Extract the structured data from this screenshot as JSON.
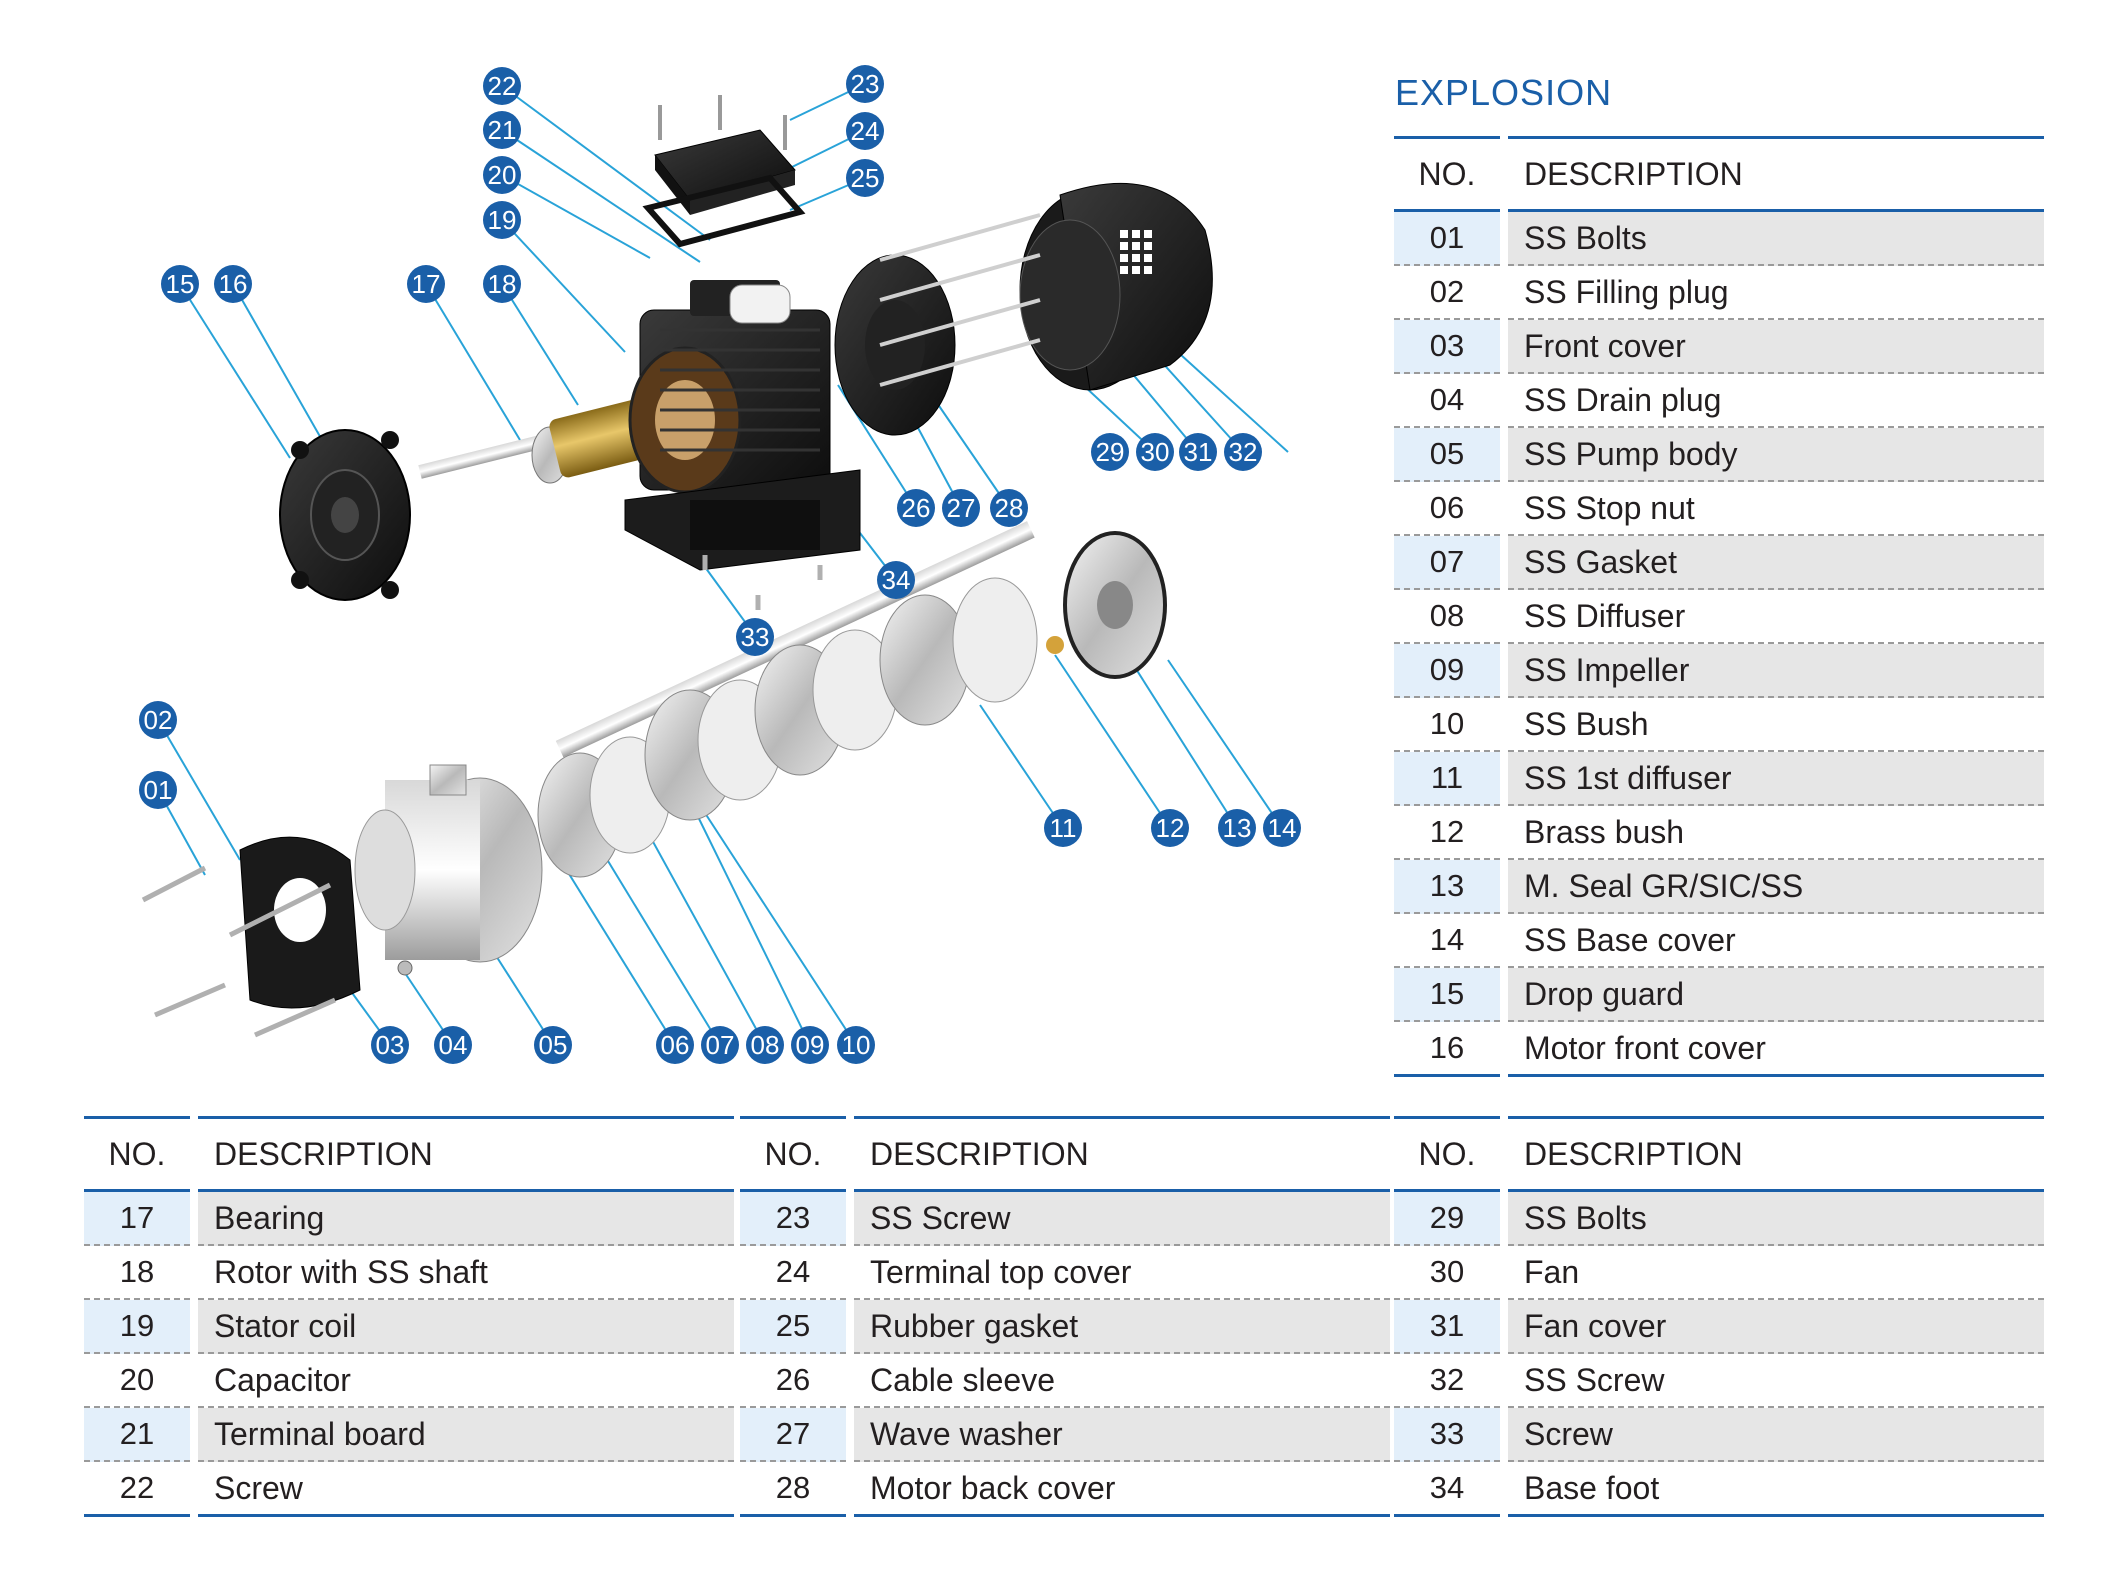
{
  "title": "EXPLOSION",
  "headers": {
    "no": "NO.",
    "description": "DESCRIPTION"
  },
  "colors": {
    "accent": "#1a5fa8",
    "row_blue": "#e3effa",
    "row_grey": "#e6e6e6"
  },
  "parts": [
    {
      "no": "01",
      "description": "SS Bolts"
    },
    {
      "no": "02",
      "description": "SS Filling plug"
    },
    {
      "no": "03",
      "description": "Front cover"
    },
    {
      "no": "04",
      "description": "SS Drain plug"
    },
    {
      "no": "05",
      "description": "SS Pump body"
    },
    {
      "no": "06",
      "description": "SS Stop nut"
    },
    {
      "no": "07",
      "description": "SS Gasket"
    },
    {
      "no": "08",
      "description": "SS Diffuser"
    },
    {
      "no": "09",
      "description": "SS Impeller"
    },
    {
      "no": "10",
      "description": "SS Bush"
    },
    {
      "no": "11",
      "description": "SS 1st diffuser"
    },
    {
      "no": "12",
      "description": "Brass bush"
    },
    {
      "no": "13",
      "description": "M. Seal GR/SIC/SS"
    },
    {
      "no": "14",
      "description": "SS Base cover"
    },
    {
      "no": "15",
      "description": "Drop guard"
    },
    {
      "no": "16",
      "description": "Motor front cover"
    },
    {
      "no": "17",
      "description": "Bearing"
    },
    {
      "no": "18",
      "description": "Rotor with SS shaft"
    },
    {
      "no": "19",
      "description": "Stator coil"
    },
    {
      "no": "20",
      "description": "Capacitor"
    },
    {
      "no": "21",
      "description": "Terminal board"
    },
    {
      "no": "22",
      "description": "Screw"
    },
    {
      "no": "23",
      "description": "SS Screw"
    },
    {
      "no": "24",
      "description": "Terminal top cover"
    },
    {
      "no": "25",
      "description": "Rubber gasket"
    },
    {
      "no": "26",
      "description": "Cable sleeve"
    },
    {
      "no": "27",
      "description": "Wave washer"
    },
    {
      "no": "28",
      "description": "Motor back cover"
    },
    {
      "no": "29",
      "description": "SS Bolts"
    },
    {
      "no": "30",
      "description": "Fan"
    },
    {
      "no": "31",
      "description": "Fan cover"
    },
    {
      "no": "32",
      "description": "SS Screw"
    },
    {
      "no": "33",
      "description": "Screw"
    },
    {
      "no": "34",
      "description": "Base foot"
    }
  ]
}
